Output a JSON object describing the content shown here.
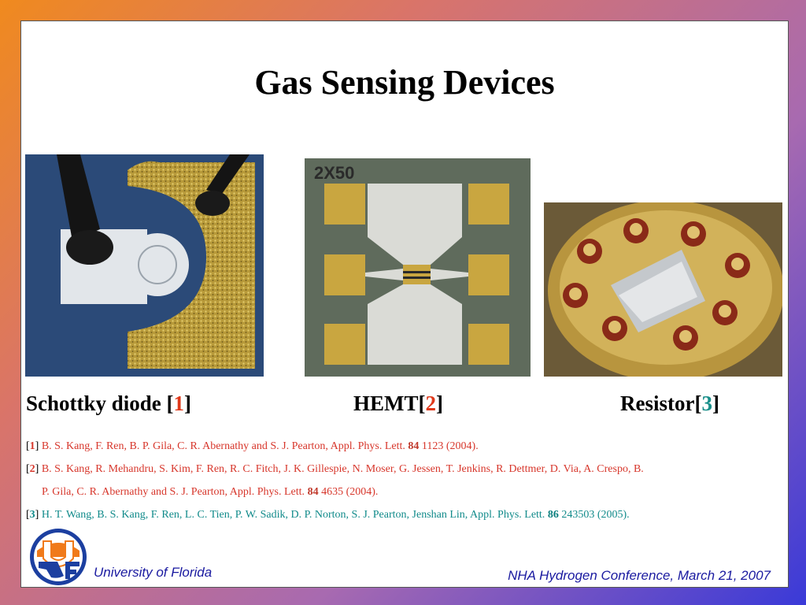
{
  "slide": {
    "title": "Gas Sensing Devices"
  },
  "photos": {
    "hemt_chip_label": "2X50"
  },
  "captions": [
    {
      "name": "Schottky diode",
      "prefix": "Schottky diode [",
      "num": "1",
      "suffix": "]"
    },
    {
      "name": "HEMT",
      "prefix": "HEMT[",
      "num": "2",
      "suffix": "]"
    },
    {
      "name": "Resistor",
      "prefix": "Resistor[",
      "num": "3",
      "suffix": "]"
    }
  ],
  "references": {
    "r1": {
      "num": "1",
      "text": "B. S. Kang, F. Ren, B. P. Gila, C. R. Abernathy and S. J. Pearton, Appl. Phys. Lett.",
      "vol": "84",
      "tail": "1123 (2004)."
    },
    "r2": {
      "num": "2",
      "text": "B. S. Kang, R. Mehandru, S. Kim, F. Ren, R. C. Fitch, J. K. Gillespie, N. Moser, G. Jessen, T. Jenkins,  R. Dettmer, D. Via, A.  Crespo, B.",
      "text2": "P. Gila, C. R. Abernathy and S. J. Pearton, Appl. Phys. Lett.",
      "vol": "84",
      "tail": "4635 (2004)."
    },
    "r3": {
      "num": "3",
      "text": "H. T. Wang, B. S. Kang, F. Ren, L. C. Tien, P. W. Sadik, D. P. Norton, S. J. Pearton, Jenshan Lin, Appl. Phys. Lett.",
      "vol": "86",
      "tail": "243503 (2005)."
    }
  },
  "footer": {
    "left": "University of Florida",
    "right": "NHA Hydrogen Conference, March 21, 2007"
  },
  "colors": {
    "ref_red": "#d7362b",
    "ref_teal": "#108a8a",
    "footer_blue": "#1a1aa0"
  }
}
